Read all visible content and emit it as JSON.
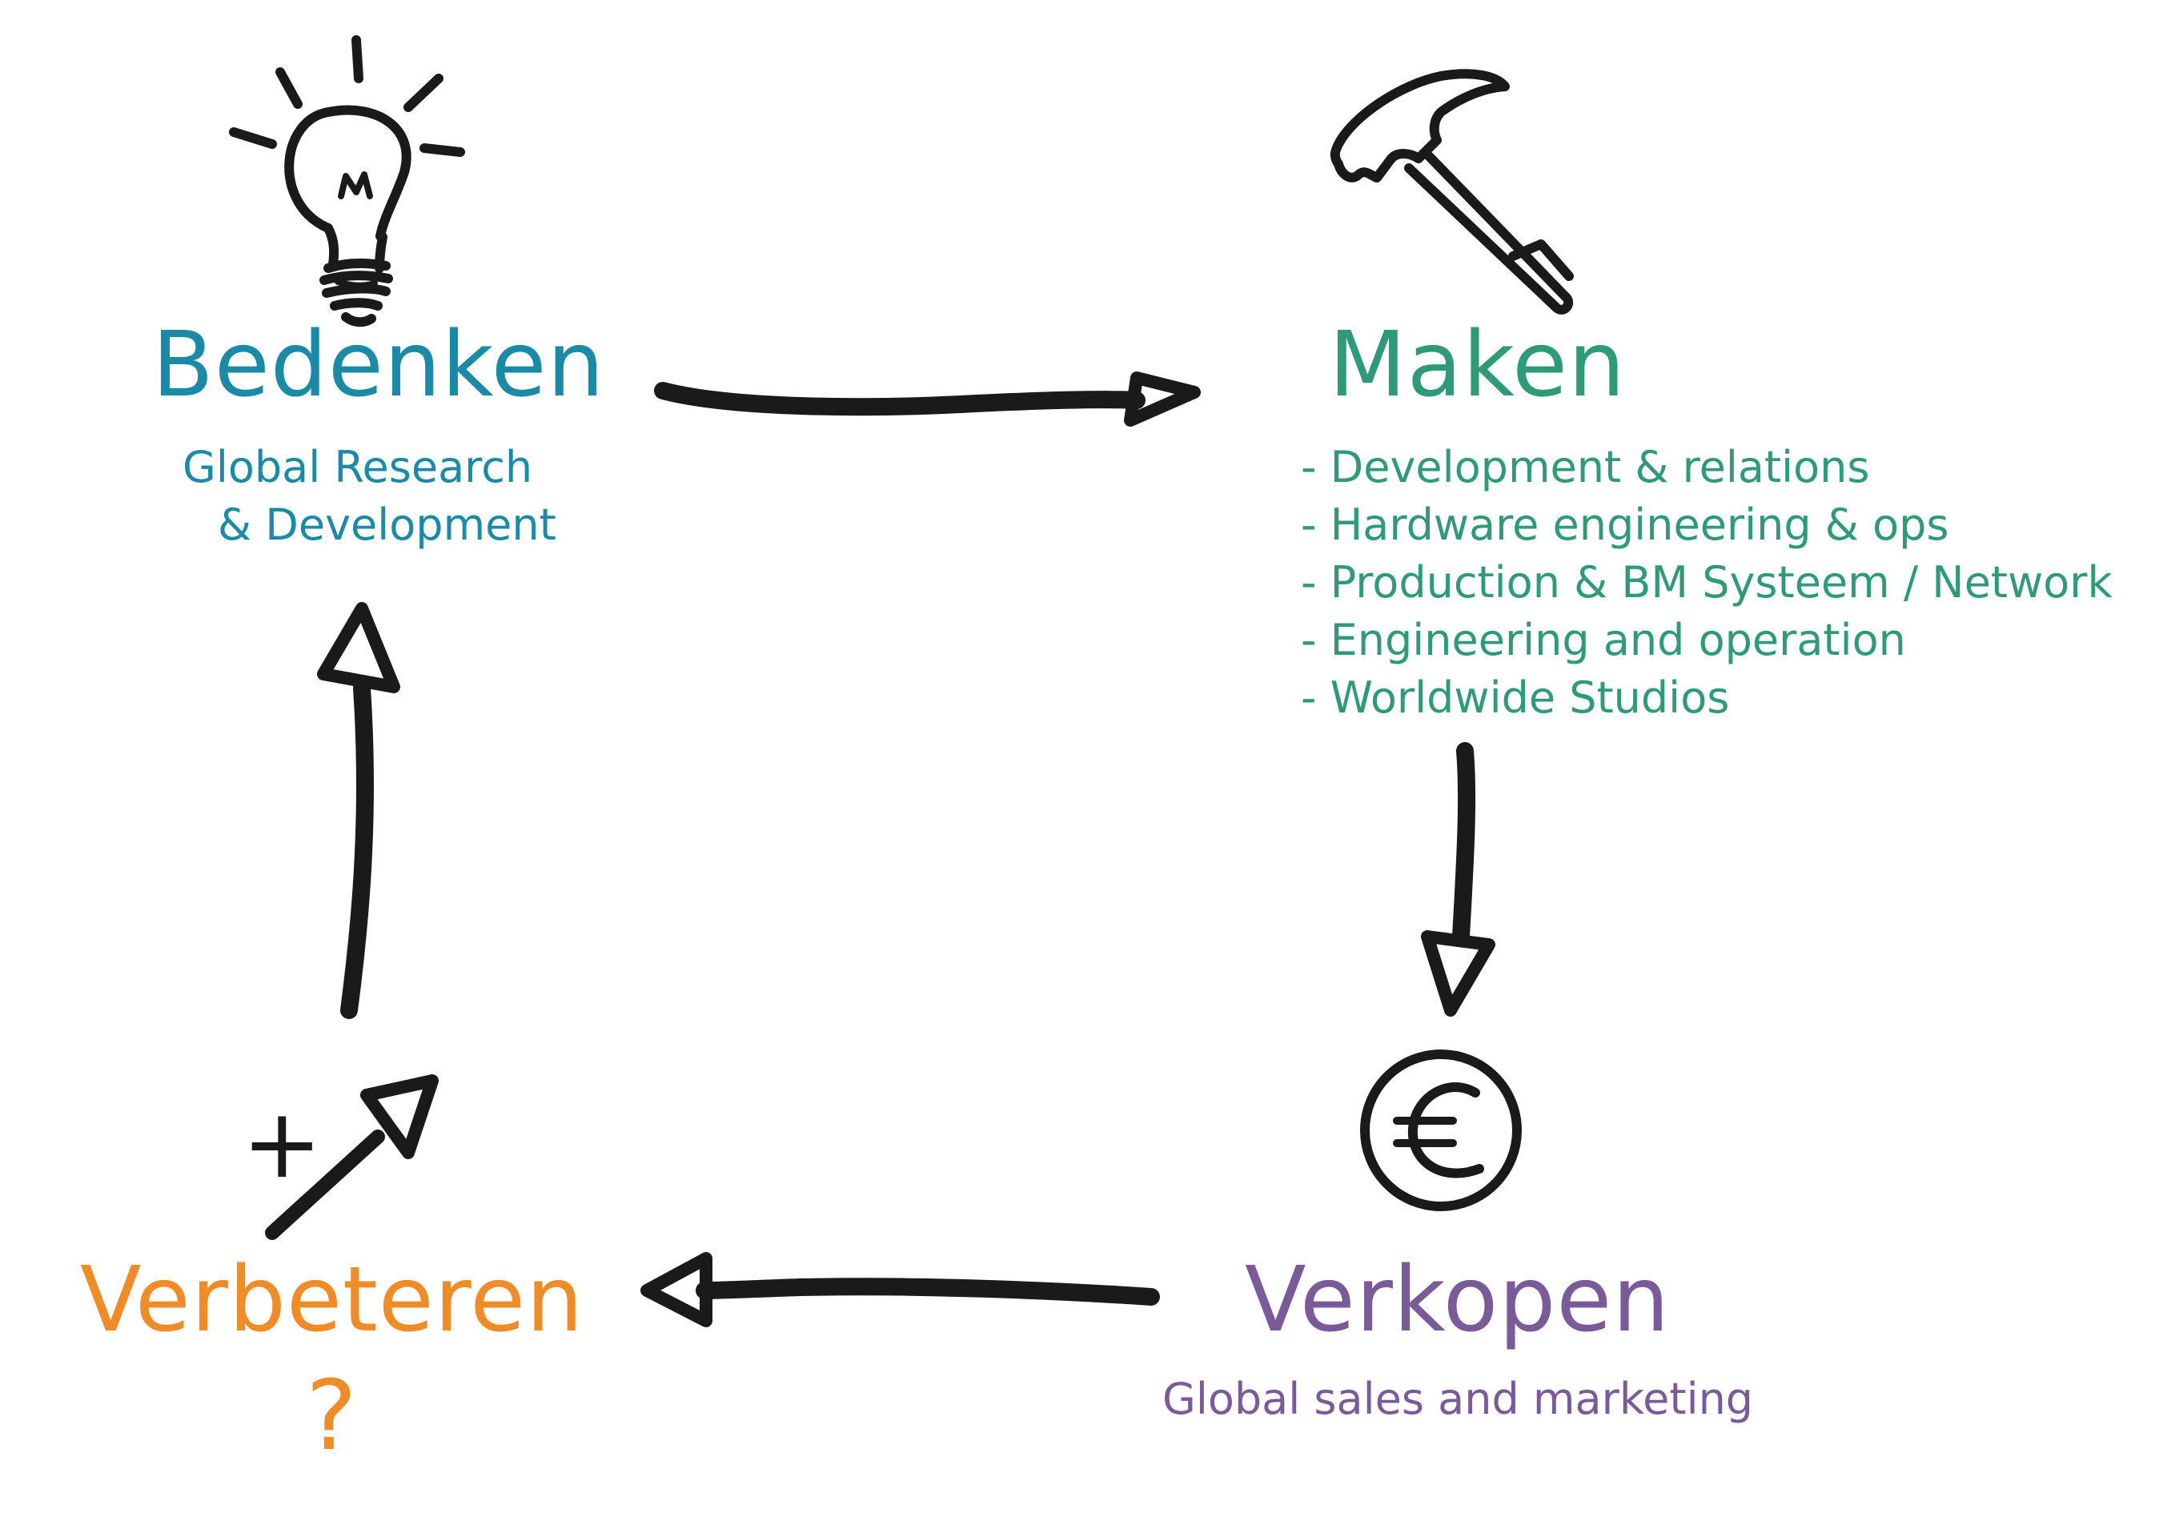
{
  "colors": {
    "bedenken": "#1a8aa6",
    "maken": "#2e9a78",
    "verkopen": "#7b5a9a",
    "verbeteren": "#f08c28",
    "ink": "#1a1a1a"
  },
  "bedenken": {
    "title": "Bedenken",
    "sub_line1": "Global Research",
    "sub_line2": "& Development",
    "icon": "lightbulb-icon"
  },
  "maken": {
    "title": "Maken",
    "items": [
      "- Development & relations",
      "- Hardware engineering & ops",
      "- Production & BM Systeem / Network",
      "- Engineering and operation",
      "- Worldwide Studios"
    ],
    "icon": "hammer-icon"
  },
  "verkopen": {
    "title": "Verkopen",
    "sub": "Global sales and marketing",
    "icon": "euro-coin-icon",
    "icon_symbol": "€"
  },
  "verbeteren": {
    "title": "Verbeteren",
    "question": "?",
    "plus": "+",
    "icon": "improve-arrow-icon"
  }
}
